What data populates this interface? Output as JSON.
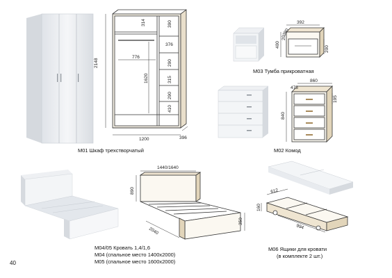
{
  "page_number": "40",
  "items": [
    {
      "code_title": "М01 Шкаф трехстворчатый",
      "dimensions": {
        "height": "2148",
        "width": "1200",
        "depth": "396",
        "shelf_1": "314",
        "shelf_2": "390",
        "shelf_3": "376",
        "shelf_4": "290",
        "shelf_5": "315",
        "shelf_6": "290",
        "shelf_7": "410",
        "inner_width": "776",
        "hanging_height": "1620"
      }
    },
    {
      "code_title": "М03 Тумба прикроватная",
      "dimensions": {
        "width": "392",
        "depth": "380",
        "height": "400",
        "top_gap": "20",
        "drawer": "200"
      }
    },
    {
      "code_title": "М02 Комод",
      "dimensions": {
        "width": "860",
        "depth": "475",
        "height": "840",
        "drawer": "195"
      }
    },
    {
      "code_title": "М04/05 Кровать 1,4/1,6",
      "subtitle_1": "М04 (спальное место 1400х2000)",
      "subtitle_2": "М05 (спальное место 1600х2000)",
      "dimensions": {
        "width": "1440/1640",
        "head_height": "890",
        "length": "2040",
        "foot_height": "350"
      }
    },
    {
      "code_title": "М06  Ящики для кровати",
      "subtitle_1": "(в комплекте 2 шт.)",
      "dimensions": {
        "width": "612",
        "height": "160",
        "length": "994"
      }
    }
  ],
  "colors": {
    "white": "#ffffff",
    "panel": "#f2f4f6",
    "shade": "#dfe3e8",
    "wood_light": "#e8dcc4",
    "wood_dark": "#c8b89a",
    "line": "#333333"
  }
}
